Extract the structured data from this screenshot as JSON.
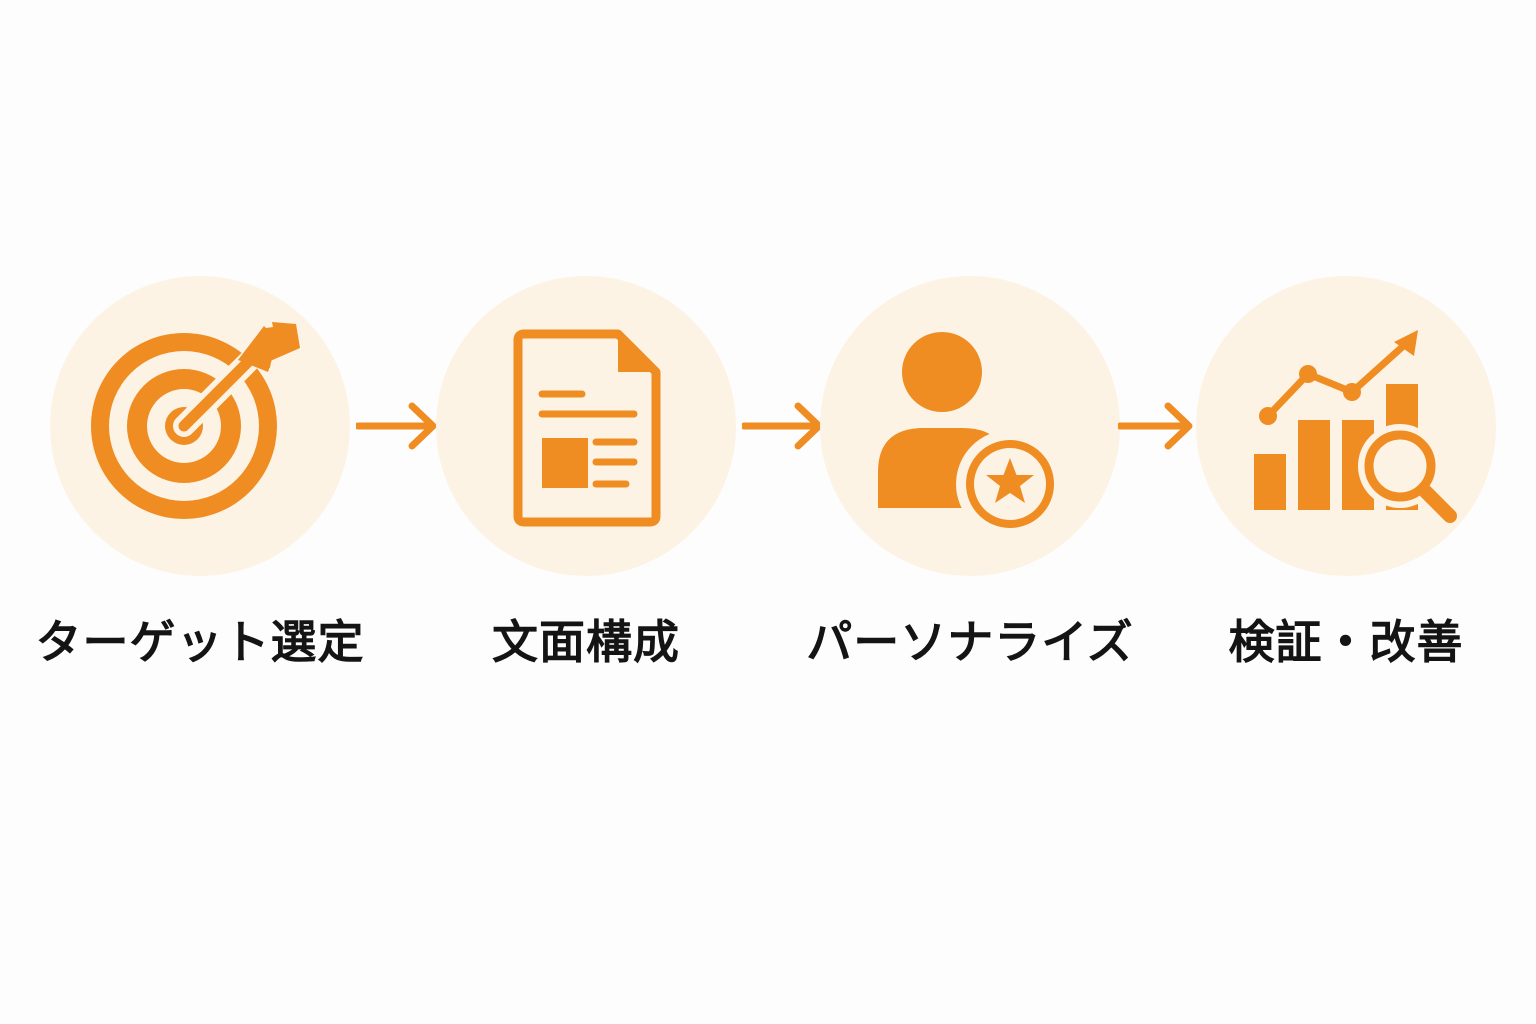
{
  "colors": {
    "accent": "#ef8c22",
    "circle_bg": "#fdf3e4",
    "text": "#141414",
    "background": "#fdfdfd"
  },
  "steps": [
    {
      "label": "ターゲット選定",
      "icon": "target-arrow-icon"
    },
    {
      "label": "文面構成",
      "icon": "document-icon"
    },
    {
      "label": "パーソナライズ",
      "icon": "user-star-icon"
    },
    {
      "label": "検証・改善",
      "icon": "chart-magnifier-icon"
    }
  ],
  "connectors": [
    "arrow-right-icon",
    "arrow-right-icon",
    "arrow-right-icon"
  ]
}
